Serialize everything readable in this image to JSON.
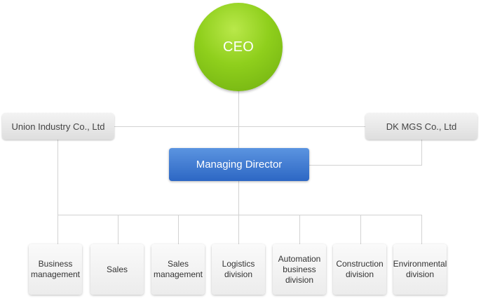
{
  "chart": {
    "ceo": "CEO",
    "companies": {
      "left": "Union Industry Co., Ltd",
      "right": "DK MGS Co., Ltd"
    },
    "director": "Managing Director",
    "divisions": [
      "Business\nmanagement",
      "Sales",
      "Sales\nmanagement",
      "Logistics\ndivision",
      "Automation\nbusiness\ndivision",
      "Construction\ndivision",
      "Environmental\ndivision"
    ]
  },
  "colors": {
    "ceo": "#8fcf1c",
    "director": "#3a78d2",
    "boxes": "#e6e6e6",
    "connectors": "#d2d2d2"
  }
}
